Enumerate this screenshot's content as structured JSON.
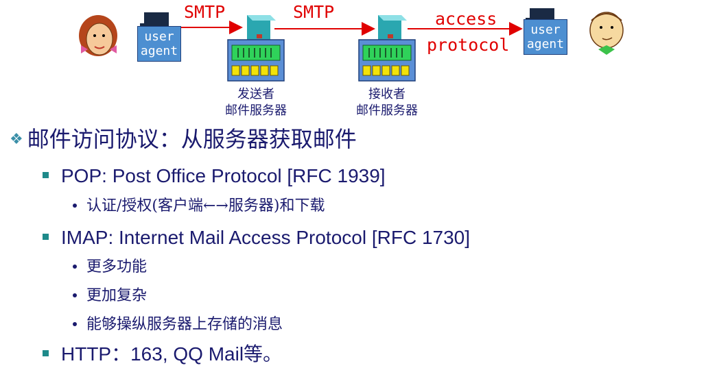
{
  "diagram": {
    "left_agent": {
      "line1": "user",
      "line2": "agent"
    },
    "right_agent": {
      "line1": "user",
      "line2": "agent"
    },
    "link1_label": "SMTP",
    "link2_label": "SMTP",
    "link3_label_line1": "access",
    "link3_label_line2": "protocol",
    "sender_server": {
      "line1": "发送者",
      "line2": "邮件服务器"
    },
    "receiver_server": {
      "line1": "接收者",
      "line2": "邮件服务器"
    },
    "colors": {
      "arrow": "#e00000",
      "agent_box": "#4d8fd1",
      "server_teal": "#2aa7b0",
      "server_body": "#5b8fd6",
      "server_screen": "#2fd25a",
      "server_keys": "#f2e20a"
    }
  },
  "content": {
    "heading": "邮件访问协议：从服务器获取邮件",
    "pop": {
      "title": "POP: Post Office Protocol [RFC 1939]",
      "items": [
        "认证/授权(客户端←→服务器)和下载"
      ]
    },
    "imap": {
      "title": "IMAP: Internet Mail Access Protocol [RFC 1730]",
      "items": [
        "更多功能",
        "更加复杂",
        "能够操纵服务器上存储的消息"
      ]
    },
    "http": {
      "title": "HTTP：163, QQ Mail等。"
    }
  }
}
